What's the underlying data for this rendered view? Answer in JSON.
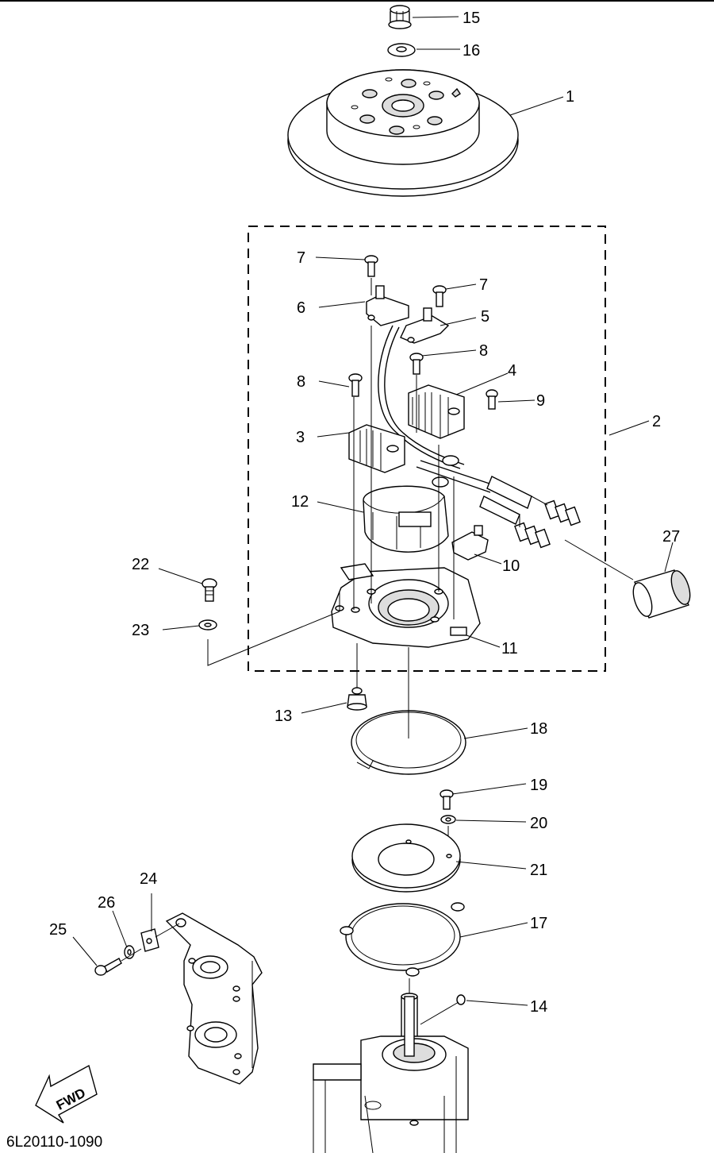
{
  "diagram": {
    "reference_code": "6L20110-1090",
    "direction_label": "FWD",
    "callouts": [
      {
        "id": "15",
        "label": "15"
      },
      {
        "id": "16",
        "label": "16"
      },
      {
        "id": "1",
        "label": "1"
      },
      {
        "id": "7a",
        "label": "7"
      },
      {
        "id": "7b",
        "label": "7"
      },
      {
        "id": "6",
        "label": "6"
      },
      {
        "id": "5",
        "label": "5"
      },
      {
        "id": "8a",
        "label": "8"
      },
      {
        "id": "8b",
        "label": "8"
      },
      {
        "id": "4",
        "label": "4"
      },
      {
        "id": "9",
        "label": "9"
      },
      {
        "id": "2",
        "label": "2"
      },
      {
        "id": "3",
        "label": "3"
      },
      {
        "id": "12",
        "label": "12"
      },
      {
        "id": "27",
        "label": "27"
      },
      {
        "id": "10",
        "label": "10"
      },
      {
        "id": "22",
        "label": "22"
      },
      {
        "id": "23",
        "label": "23"
      },
      {
        "id": "11",
        "label": "11"
      },
      {
        "id": "13",
        "label": "13"
      },
      {
        "id": "18",
        "label": "18"
      },
      {
        "id": "19",
        "label": "19"
      },
      {
        "id": "20",
        "label": "20"
      },
      {
        "id": "21",
        "label": "21"
      },
      {
        "id": "24",
        "label": "24"
      },
      {
        "id": "26",
        "label": "26"
      },
      {
        "id": "25",
        "label": "25"
      },
      {
        "id": "17",
        "label": "17"
      },
      {
        "id": "14",
        "label": "14"
      }
    ]
  }
}
